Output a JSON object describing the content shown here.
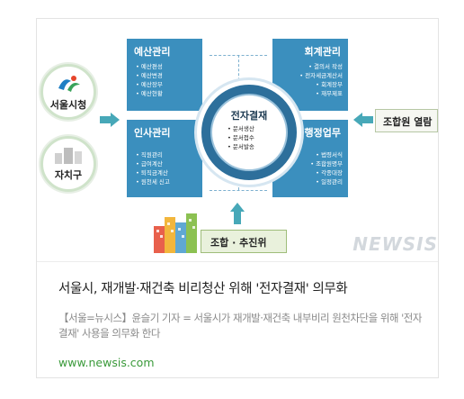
{
  "card": {
    "headline": "서울시, 재개발·재건축 비리청산 위해 '전자결재' 의무화",
    "summary": "【서울=뉴시스】윤슬기 기자 = 서울시가 재개발·재건축 내부비리 원천차단을 위해 '전자결재' 사용을 의무화 한다",
    "source": "www.newsis.com"
  },
  "diagram": {
    "left_top_label": "서울시청",
    "left_bottom_label": "자치구",
    "center": {
      "title": "전자결재",
      "items": [
        "문서생산",
        "문서접수",
        "문서발송"
      ]
    },
    "blocks": {
      "top_left": {
        "title": "예산관리",
        "items": [
          "예산편성",
          "예산변경",
          "예산장부",
          "예산현황"
        ]
      },
      "top_right": {
        "title": "회계관리",
        "items": [
          "결의서 작성",
          "전자세금계산서",
          "회계장부",
          "재무제표"
        ]
      },
      "bottom_left": {
        "title": "인사관리",
        "items": [
          "직원관리",
          "급여계산",
          "퇴직금계산",
          "원천세 신고"
        ]
      },
      "bottom_right": {
        "title": "행정업무",
        "items": [
          "법령서식",
          "조합원명부",
          "각종대장",
          "일정관리"
        ]
      }
    },
    "right_box": "조합원 열람",
    "bottom_box": "조합 · 추진위",
    "watermark": "NEWSIS"
  },
  "colors": {
    "block_blue": "#3b8fbe",
    "arrow_teal": "#47a8b8",
    "source_green": "#3a9a3a"
  }
}
